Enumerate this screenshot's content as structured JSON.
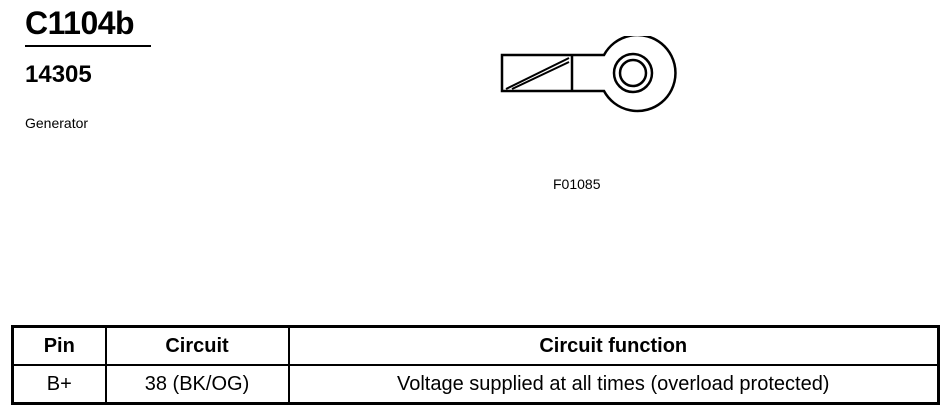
{
  "header": {
    "connector_id": "C1104b",
    "part_number": "14305",
    "component_name": "Generator"
  },
  "diagram": {
    "figure_id": "F01085",
    "icon": "ring-terminal-icon"
  },
  "table": {
    "headers": {
      "pin": "Pin",
      "circuit": "Circuit",
      "function": "Circuit function"
    },
    "rows": [
      {
        "pin": "B+",
        "circuit": "38 (BK/OG)",
        "function": "Voltage supplied at all times (overload protected)"
      }
    ]
  }
}
